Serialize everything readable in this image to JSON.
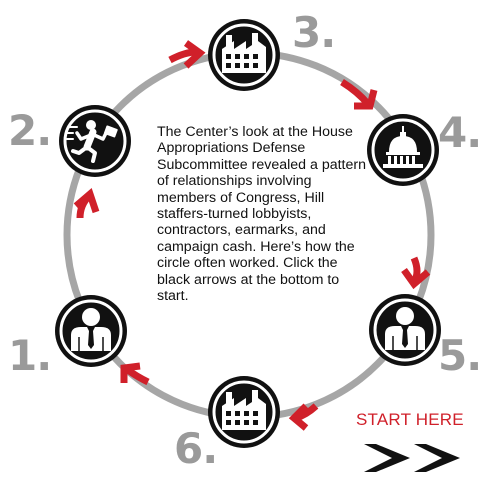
{
  "steps": [
    {
      "number": "1.",
      "icon": "businessman-icon"
    },
    {
      "number": "2.",
      "icon": "running-person-with-briefcase-icon"
    },
    {
      "number": "3.",
      "icon": "factory-icon"
    },
    {
      "number": "4.",
      "icon": "capitol-dome-icon"
    },
    {
      "number": "5.",
      "icon": "businessman-icon"
    },
    {
      "number": "6.",
      "icon": "factory-icon"
    }
  ],
  "description": "The Center’s look at the House Appropriations Defense Subcommittee revealed a pattern of relationships involving members of Congress, Hill staffers-turned lobbyists, contractors, earmarks, and campaign cash. Here’s how the circle often worked. Click the black arrows at the bottom to start.",
  "start": {
    "label": "START HERE",
    "button_icon": "double-chevron-right-icon"
  },
  "colors": {
    "ring": "#a6a6a6",
    "arrow": "#d0202a",
    "node": "#111111",
    "number": "#9a9a9a",
    "start": "#d0202a"
  }
}
